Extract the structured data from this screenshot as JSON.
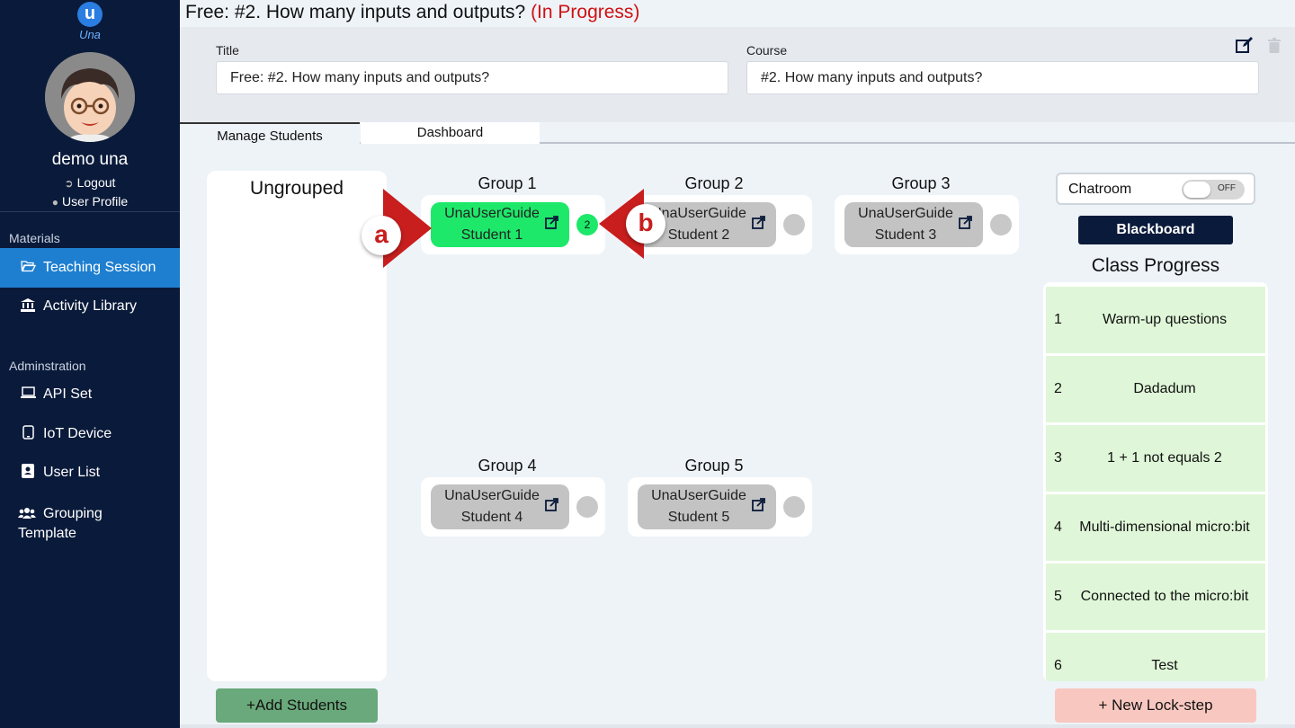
{
  "sidebar": {
    "logo_letter": "u",
    "logo_text": "Una",
    "username": "demo una",
    "logout": "Logout",
    "user_profile": "User Profile",
    "materials_section": "Materials",
    "teaching_session": "Teaching Session",
    "activity_library": "Activity Library",
    "admin_section": "Adminstration",
    "api_set": "API Set",
    "iot_device": "IoT Device",
    "user_list": "User List",
    "grouping_template_line1": "Grouping",
    "grouping_template_line2": "Template"
  },
  "header": {
    "page_title": "Free: #2. How many inputs and outputs?",
    "status": "(In Progress)",
    "title_label": "Title",
    "title_value": "Free: #2. How many inputs and outputs?",
    "course_label": "Course",
    "course_value": "#2. How many inputs and outputs?"
  },
  "tabs": {
    "manage_students": "Manage Students",
    "dashboard": "Dashboard"
  },
  "ungrouped": {
    "title": "Ungrouped",
    "add_button": "+Add Students"
  },
  "groups": [
    {
      "name": "Group 1",
      "student_line1": "UnaUserGuide",
      "student_line2": "Student 1",
      "count": "2",
      "active": true
    },
    {
      "name": "Group 2",
      "student_line1": "UnaUserGuide",
      "student_line2": "Student 2",
      "count": "",
      "active": false
    },
    {
      "name": "Group 3",
      "student_line1": "UnaUserGuide",
      "student_line2": "Student 3",
      "count": "",
      "active": false
    },
    {
      "name": "Group 4",
      "student_line1": "UnaUserGuide",
      "student_line2": "Student 4",
      "count": "",
      "active": false
    },
    {
      "name": "Group 5",
      "student_line1": "UnaUserGuide",
      "student_line2": "Student 5",
      "count": "",
      "active": false
    }
  ],
  "callouts": {
    "a": "a",
    "b": "b",
    "color": "#c81e1e"
  },
  "right": {
    "chatroom_label": "Chatroom",
    "chatroom_toggle": "OFF",
    "blackboard": "Blackboard",
    "progress_title": "Class Progress",
    "progress_items": [
      {
        "num": "1",
        "label": "Warm-up questions"
      },
      {
        "num": "2",
        "label": "Dadadum"
      },
      {
        "num": "3",
        "label": "1 + 1 not equals 2"
      },
      {
        "num": "4",
        "label": "Multi-dimensional micro:bit"
      },
      {
        "num": "5",
        "label": "Connected to the micro:bit"
      },
      {
        "num": "6",
        "label": "Test"
      }
    ],
    "lockstep_button": "+ New Lock-step"
  },
  "colors": {
    "sidebar_bg": "#0a1a3a",
    "active_nav": "#1e7fd0",
    "active_student": "#1ee86a",
    "inactive_student": "#c3c3c3",
    "progress_item": "#dff7d8",
    "add_students": "#6aa97b",
    "lockstep": "#f8c8c0"
  }
}
